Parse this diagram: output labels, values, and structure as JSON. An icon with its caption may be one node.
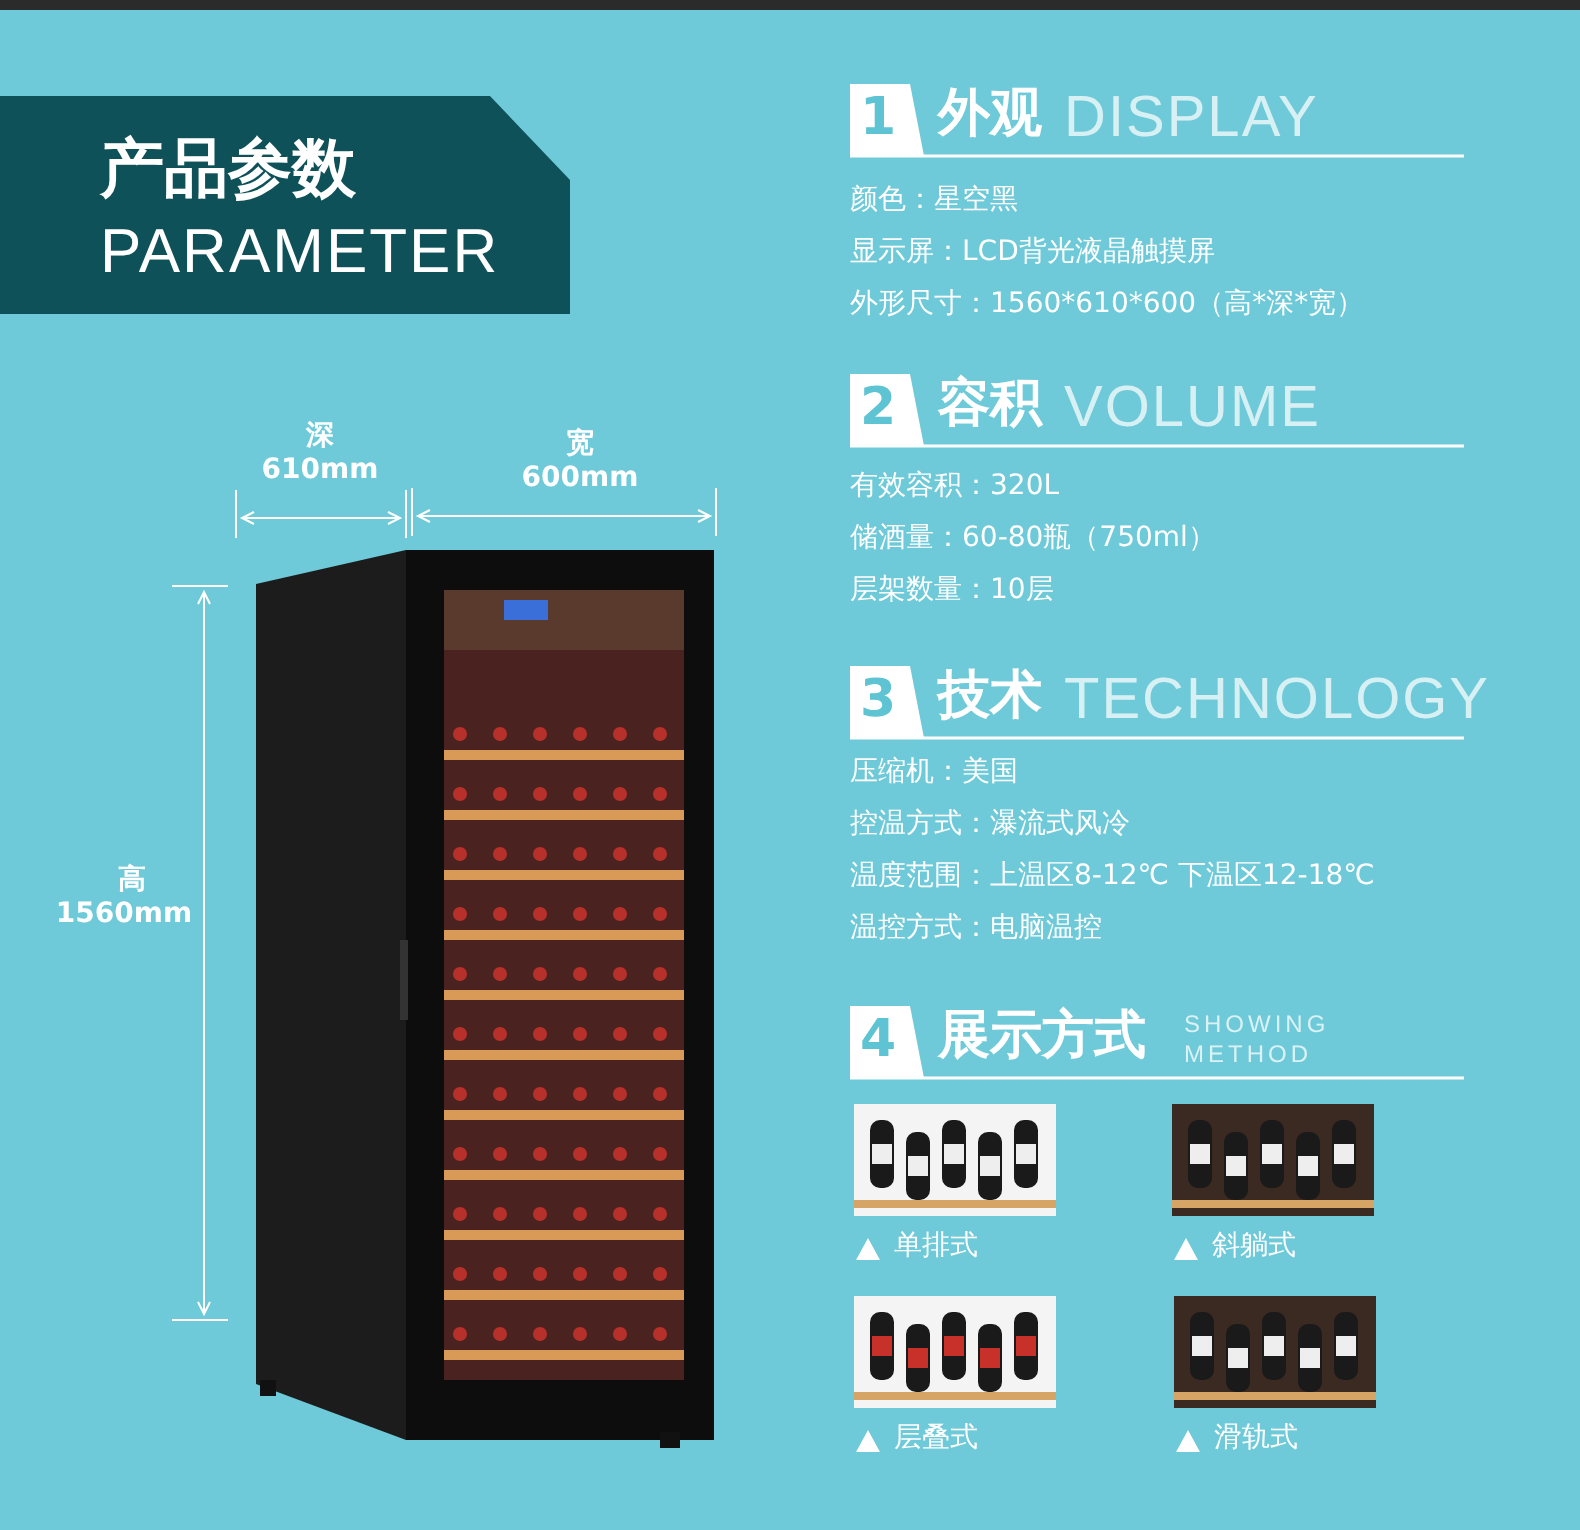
{
  "diagram": {
    "labels": [
      "产品参数",
      "PARAMETER",
      "深",
      "610mm",
      "宽",
      "600mm",
      "高",
      "1560mm",
      "1",
      "外观",
      "DISPLAY",
      "颜色：星空黑",
      "显示屏：LCD背光液晶触摸屏",
      "外形尺寸：1560*610*600（高*深*宽）",
      "2",
      "容积",
      "VOLUME",
      "有效容积：320L",
      "储酒量：60-80瓶（750ml）",
      "层架数量：10层",
      "3",
      "技术",
      "TECHNOLOGY",
      "压缩机：美国",
      "控温方式：瀑流式风冷",
      "温度范围：上温区8-12℃ 下温区12-18℃",
      "温控方式：电脑温控",
      "4",
      "展示方式",
      "SHOWING METHOD",
      "单排式",
      "斜躺式",
      "层叠式",
      "滑轨式"
    ]
  }
}
